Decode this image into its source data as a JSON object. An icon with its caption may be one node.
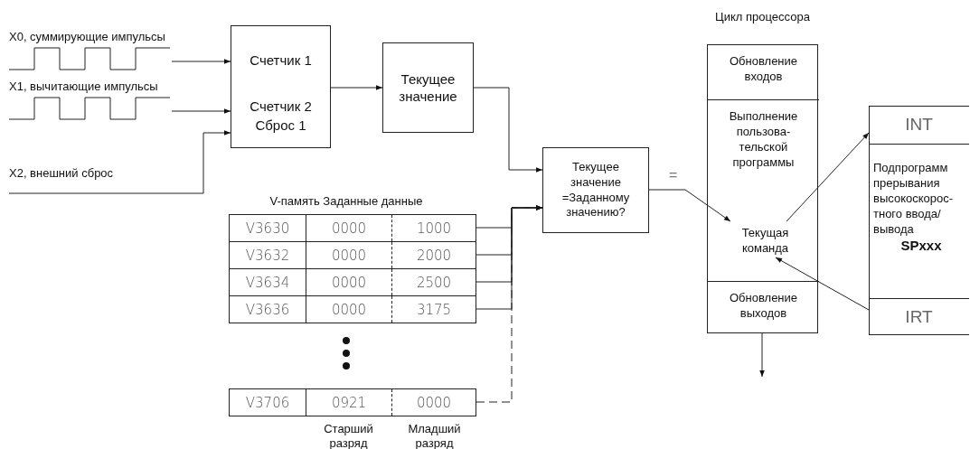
{
  "diagram": {
    "nodes": [
      {
        "text": [
          "X0, суммирующие импульсы"
        ]
      },
      {
        "text": [
          "X1, вычитающие импульсы"
        ]
      },
      {
        "text": [
          "X2, внешний сброс"
        ]
      },
      {
        "text": [
          "Счетчик 1",
          "Счетчик 2",
          "Сброс 1"
        ]
      },
      {
        "text": [
          "Текущее значение"
        ]
      },
      {
        "text": [
          "Цикл процессора"
        ]
      },
      {
        "text": [
          "Обновление входов"
        ],
        "in": 5
      },
      {
        "text": [
          "Выполнение пользова-тельской программы"
        ],
        "in": 5
      },
      {
        "text": [
          "Текущая команда"
        ],
        "in": 7
      },
      {
        "text": [
          "Обновление выходов"
        ],
        "in": 5
      },
      {
        "text": [],
        "shape": "box"
      },
      {
        "text": [
          "INT"
        ],
        "in": 10
      },
      {
        "text": [
          "Подпрограмм прерывания высокоскорос-тного ввода/вывода",
          "SPxxx"
        ],
        "in": 10
      },
      {
        "text": [
          "IRT"
        ],
        "in": 10
      },
      {
        "text": [
          "Текущее значение =Заданному значению?"
        ]
      },
      {
        "text": [
          "V3630",
          "0000",
          "1000"
        ]
      },
      {
        "text": [
          "V3632",
          "0000",
          "2000"
        ]
      },
      {
        "text": [
          "V3634",
          "0000",
          "2500"
        ]
      },
      {
        "text": [
          "V3636",
          "0000",
          "3175"
        ]
      },
      {
        "text": [
          "V3706",
          "0921",
          "0000"
        ],
        "beside": [
          "Старший разряд",
          "Младший разряд"
        ]
      }
    ],
    "edges": [
      {
        "from": 0,
        "to": 3,
        "arrow": "to"
      },
      {
        "from": 1,
        "to": 3,
        "arrow": "to"
      },
      {
        "from": 2,
        "to": 3,
        "arrow": "to"
      },
      {
        "from": 3,
        "to": 4,
        "arrow": "to"
      },
      {
        "from": 4,
        "to": 14,
        "arrow": "to"
      },
      {
        "from": 15,
        "to": 14,
        "arrow": "to"
      },
      {
        "from": 16,
        "to": 14,
        "arrow": "to"
      },
      {
        "from": 17,
        "to": 14,
        "arrow": "to"
      },
      {
        "from": 18,
        "to": 14,
        "arrow": "to"
      },
      {
        "from": 19,
        "to": 14,
        "arrow": "to",
        "style": "dashed"
      },
      {
        "from": 14,
        "to": 8,
        "arrow": "to",
        "label": "="
      },
      {
        "from": 8,
        "to": 10,
        "arrow": "to"
      },
      {
        "from": 13,
        "to": 8,
        "arrow": "to"
      },
      {
        "from": 9,
        "to": null,
        "arrow": "to"
      }
    ],
    "labels": [
      "V-память Заданные данные"
    ]
  }
}
